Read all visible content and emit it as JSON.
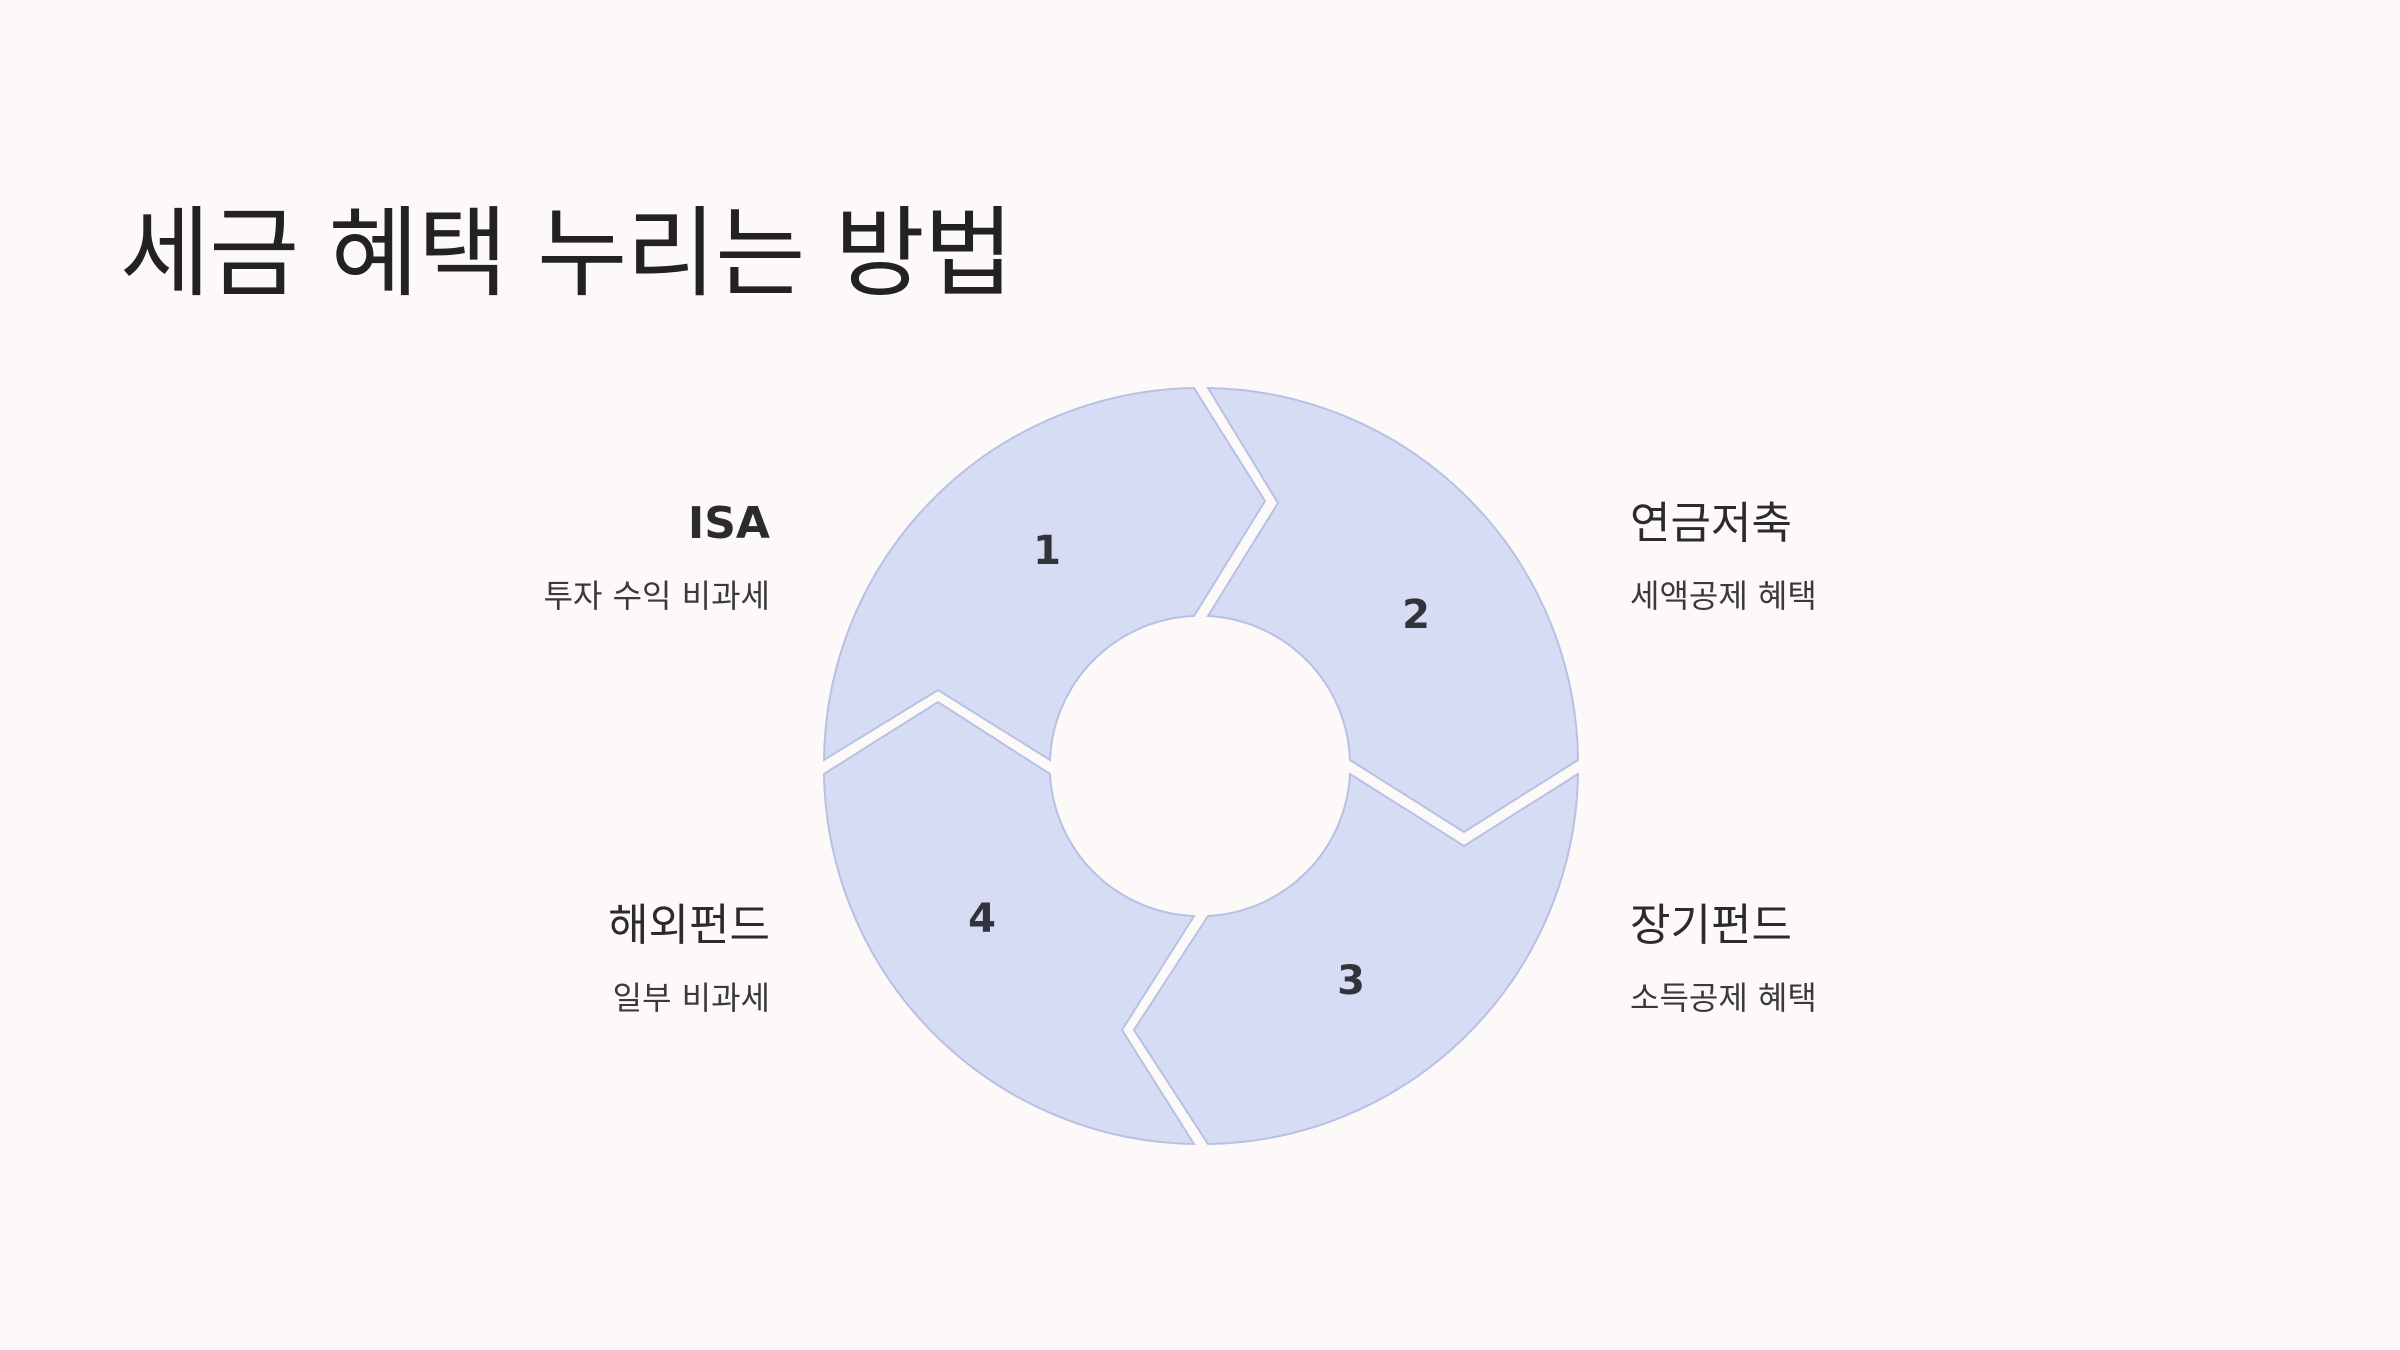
{
  "title": "세금 혜택 누리는 방법",
  "colors": {
    "background": "#fdf9f8",
    "segment_fill": "#d5dcf4",
    "segment_stroke": "#b7c1e4",
    "text_dark": "#222222"
  },
  "segments": [
    {
      "number": "1",
      "heading": "ISA",
      "description": "투자 수익 비과세"
    },
    {
      "number": "2",
      "heading": "연금저축",
      "description": "세액공제 혜택"
    },
    {
      "number": "3",
      "heading": "장기펀드",
      "description": "소득공제 혜택"
    },
    {
      "number": "4",
      "heading": "해외펀드",
      "description": "일부 비과세"
    }
  ]
}
